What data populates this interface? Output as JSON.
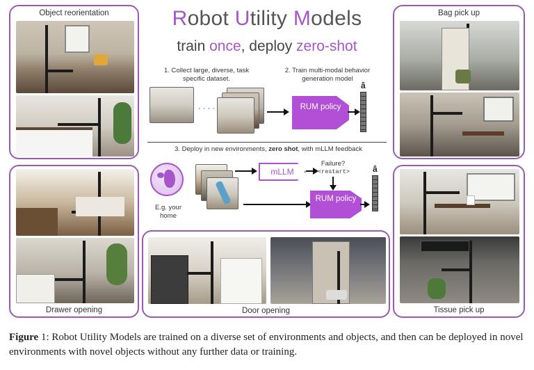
{
  "title": {
    "part1": "R",
    "part2": "obot ",
    "part3": "U",
    "part4": "tility ",
    "part5": "M",
    "part6": "odels"
  },
  "subtitle": {
    "part1": "train ",
    "part2": "once",
    "part3": ", deploy ",
    "part4": "zero-shot"
  },
  "panels": {
    "object_reorientation": "Object reorientation",
    "bag_pick_up": "Bag pick up",
    "drawer_opening": "Drawer opening",
    "door_opening": "Door opening",
    "tissue_pick_up": "Tissue pick up"
  },
  "steps": {
    "step1": "1. Collect large, diverse, task specific dataset.",
    "step2": "2. Train multi-modal behavior generation model",
    "step3_prefix": "3. Deploy in new environments, ",
    "step3_bold": "zero shot",
    "step3_suffix": ", with mLLM feedback",
    "ellipsis": "· · · ·",
    "home_label": "E.g. your home"
  },
  "blocks": {
    "policy_top": "RUM policy",
    "policy_bottom": "RUM policy",
    "mllm": "mLLM",
    "failure": "Failure?",
    "restart": "<restart>",
    "ahat_top": "â",
    "ahat_bottom": "â"
  },
  "colors": {
    "accent": "#a855c8",
    "border": "#9b59b6",
    "policy_fill": "#b14fd6"
  },
  "caption": {
    "figure_label": "Figure",
    "figure_number": " 1",
    "text": ": Robot Utility Models are trained on a diverse set of environments and objects, and then can be deployed in novel environments with novel objects without any further data or training."
  }
}
